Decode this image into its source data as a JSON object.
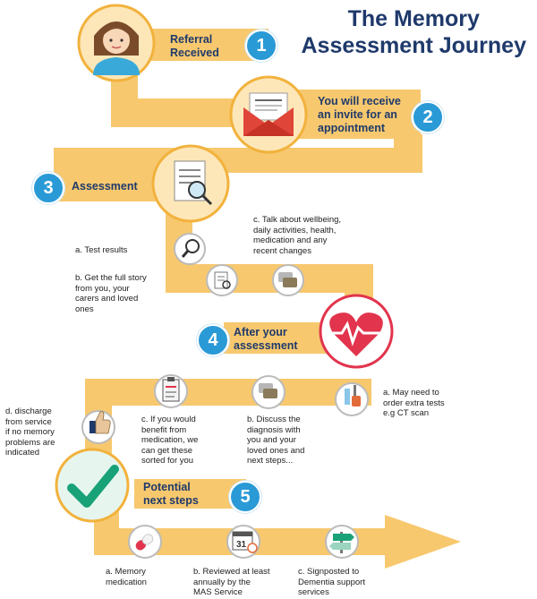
{
  "title": {
    "line1": "The Memory",
    "line2": "Assessment Journey"
  },
  "steps": [
    {
      "number": "1",
      "label_lines": [
        "Referral",
        "Received"
      ]
    },
    {
      "number": "2",
      "label_lines": [
        "You will receive",
        "an invite for an",
        "appointment"
      ]
    },
    {
      "number": "3",
      "label_lines": [
        "Assessment"
      ]
    },
    {
      "number": "4",
      "label_lines": [
        "After your",
        "assessment"
      ]
    },
    {
      "number": "5",
      "label_lines": [
        "Potential",
        "next steps"
      ]
    }
  ],
  "assessment_notes": {
    "a": [
      "a.   Test results"
    ],
    "b": [
      "b.   Get the full story",
      "      from you, your",
      "      carers and loved",
      "      ones"
    ],
    "c": [
      "c.   Talk about wellbeing,",
      "      daily activities, health,",
      "      medication and any",
      "      recent changes"
    ]
  },
  "after_notes": {
    "a": [
      "a.   May need to",
      "      order extra tests",
      "      e.g CT scan"
    ],
    "b": [
      "b.   Discuss the",
      "      diagnosis with",
      "      you and your",
      "      loved ones and",
      "      next steps..."
    ],
    "c": [
      "c.   If you would",
      "      benefit from",
      "      medication, we",
      "      can get these",
      "      sorted for you"
    ],
    "d": [
      "d.   discharge",
      "      from service",
      "      if no memory",
      "      problems are",
      "      indicated"
    ]
  },
  "next_notes": {
    "a": [
      "a.   Memory",
      "      medication"
    ],
    "b": [
      "b.   Reviewed at least",
      "      annually by the",
      "      MAS Service"
    ],
    "c": [
      "c.   Signposted to",
      "      Dementia support",
      "      services"
    ]
  },
  "calendar_text": "31",
  "colors": {
    "path": "#f7c86e",
    "pathDark": "#f2b23d",
    "accent": "#2a9ad6",
    "navy": "#1f3a6b",
    "heart": "#e2344d"
  }
}
